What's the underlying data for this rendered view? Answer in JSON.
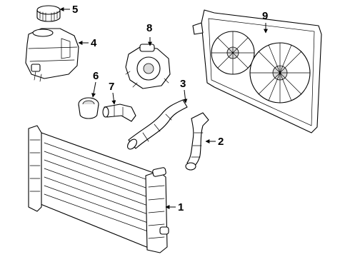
{
  "callouts": {
    "c1": "1",
    "c2": "2",
    "c3": "3",
    "c4": "4",
    "c5": "5",
    "c6": "6",
    "c7": "7",
    "c8": "8",
    "c9": "9"
  },
  "colors": {
    "line": "#000000",
    "background": "#ffffff",
    "shade": "#dcdcdc"
  }
}
